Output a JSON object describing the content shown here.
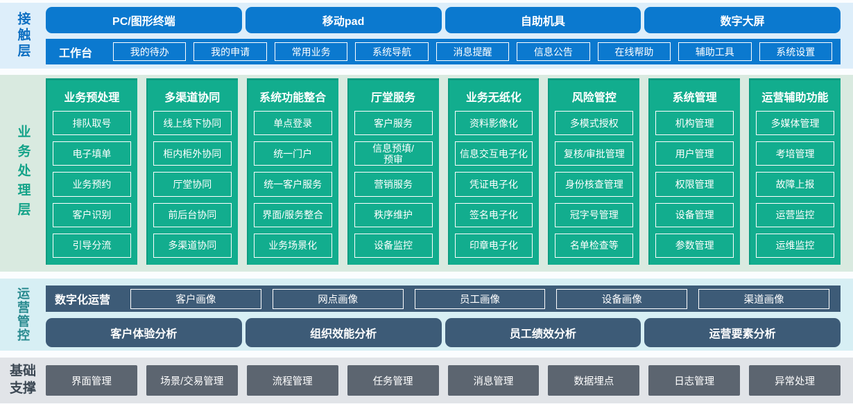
{
  "layers": {
    "contact": {
      "label": "接触层",
      "terminals": [
        "PC/图形终端",
        "移动pad",
        "自助机具",
        "数字大屏"
      ],
      "workbench": {
        "label": "工作台",
        "items": [
          "我的待办",
          "我的申请",
          "常用业务",
          "系统导航",
          "消息提醒",
          "信息公告",
          "在线帮助",
          "辅助工具",
          "系统设置"
        ]
      }
    },
    "business": {
      "label": "业务处理层",
      "columns": [
        {
          "title": "业务预处理",
          "items": [
            "排队取号",
            "电子填单",
            "业务预约",
            "客户识别",
            "引导分流"
          ]
        },
        {
          "title": "多渠道协同",
          "items": [
            "线上线下协同",
            "柜内柜外协同",
            "厅堂协同",
            "前后台协同",
            "多渠道协同"
          ]
        },
        {
          "title": "系统功能整合",
          "items": [
            "单点登录",
            "统一门户",
            "统一客户服务",
            "界面/服务整合",
            "业务场景化"
          ]
        },
        {
          "title": "厅堂服务",
          "items": [
            "客户服务",
            "信息预填/\n预审",
            "营销服务",
            "秩序维护",
            "设备监控"
          ]
        },
        {
          "title": "业务无纸化",
          "items": [
            "资料影像化",
            "信息交互电子化",
            "凭证电子化",
            "签名电子化",
            "印章电子化"
          ]
        },
        {
          "title": "风险管控",
          "items": [
            "多模式授权",
            "复核/审批管理",
            "身份核查管理",
            "冠字号管理",
            "名单检查等"
          ]
        },
        {
          "title": "系统管理",
          "items": [
            "机构管理",
            "用户管理",
            "权限管理",
            "设备管理",
            "参数管理"
          ]
        },
        {
          "title": "运营辅助功能",
          "items": [
            "多媒体管理",
            "考培管理",
            "故障上报",
            "运营监控",
            "运维监控"
          ]
        }
      ]
    },
    "operation": {
      "label": "运营管控",
      "digital": {
        "label": "数字化运营",
        "items": [
          "客户画像",
          "网点画像",
          "员工画像",
          "设备画像",
          "渠道画像"
        ]
      },
      "analysis": [
        "客户体验分析",
        "组织效能分析",
        "员工绩效分析",
        "运营要素分析"
      ]
    },
    "foundation": {
      "label": "基础支撑",
      "items": [
        "界面管理",
        "场景/交易管理",
        "流程管理",
        "任务管理",
        "消息管理",
        "数据埋点",
        "日志管理",
        "异常处理"
      ]
    }
  },
  "colors": {
    "accent_blue": "#0b79cf",
    "accent_green": "#12ad8e",
    "accent_navy": "#3d5b77",
    "accent_gray": "#5c6570",
    "band_blue": "#ddeefa",
    "band_green": "#d9eae0",
    "band_cyan": "#d7eff4",
    "band_gray": "#e1e4e8"
  }
}
